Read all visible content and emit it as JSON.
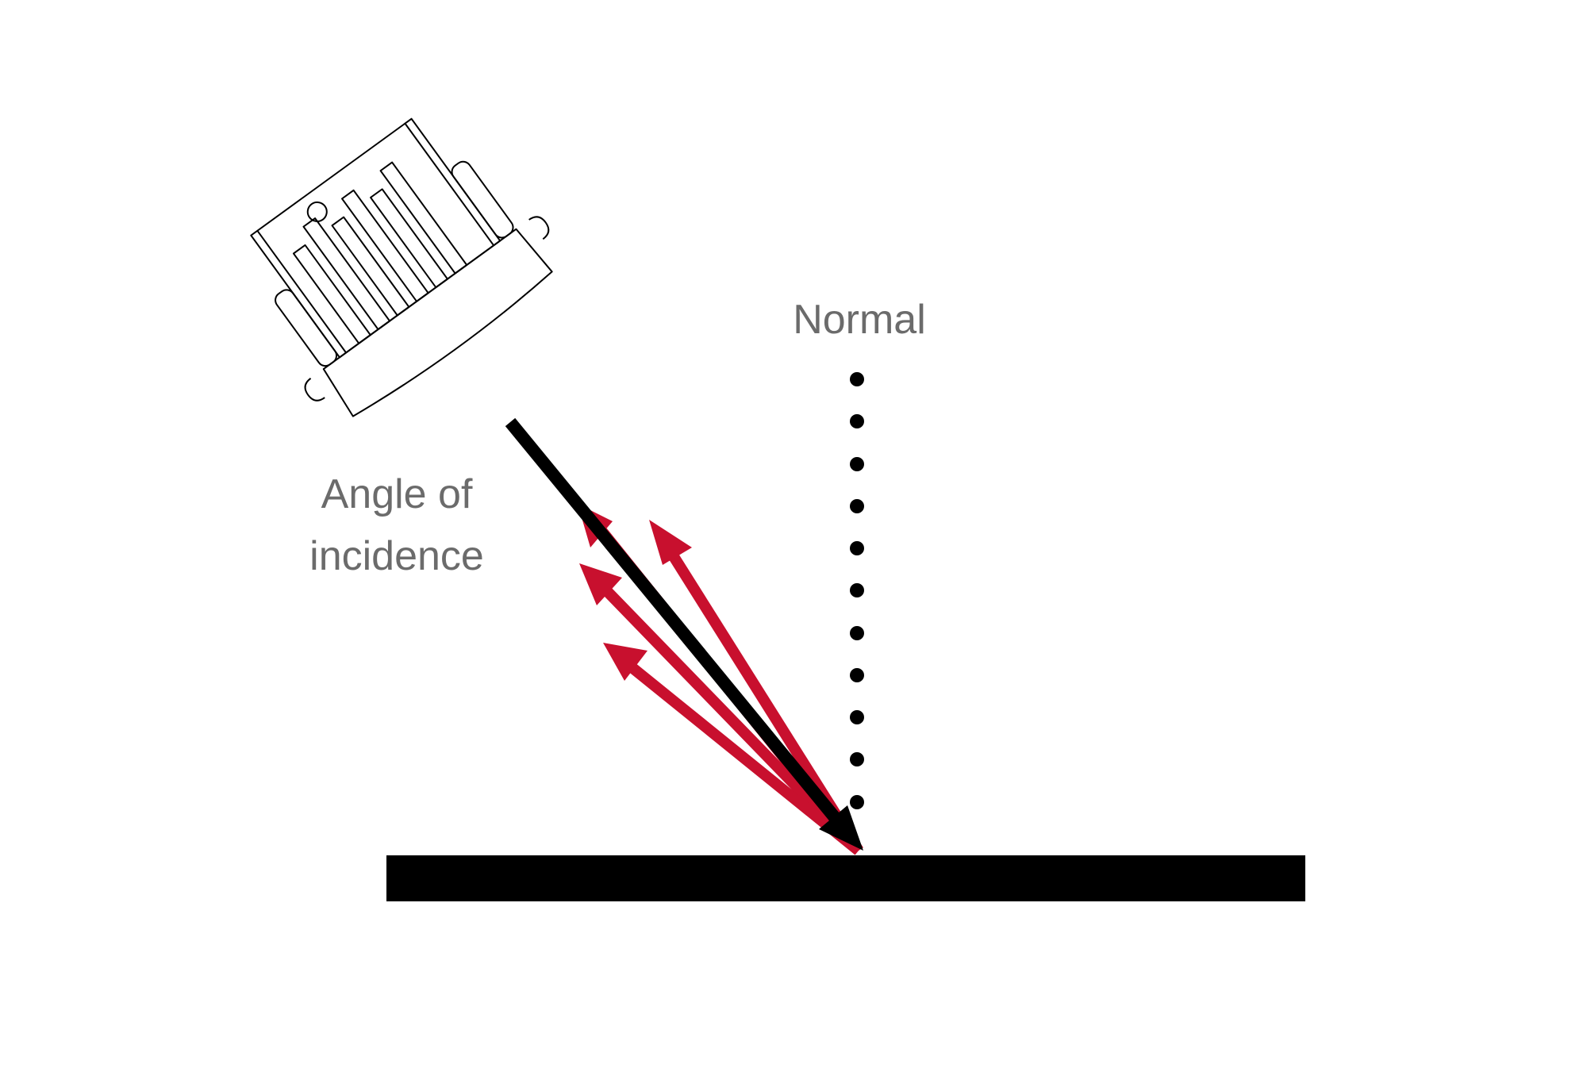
{
  "labels": {
    "normal": "Normal",
    "angle_line1": "Angle of",
    "angle_line2": "incidence"
  },
  "colors": {
    "background": "#ffffff",
    "surface": "#000000",
    "incident_ray": "#000000",
    "reflected_rays": "#c8102e",
    "normal_dots": "#000000",
    "label_text": "#6b6b6b",
    "device_outline": "#000000"
  },
  "icons": {
    "device": "light-source-device-icon"
  }
}
